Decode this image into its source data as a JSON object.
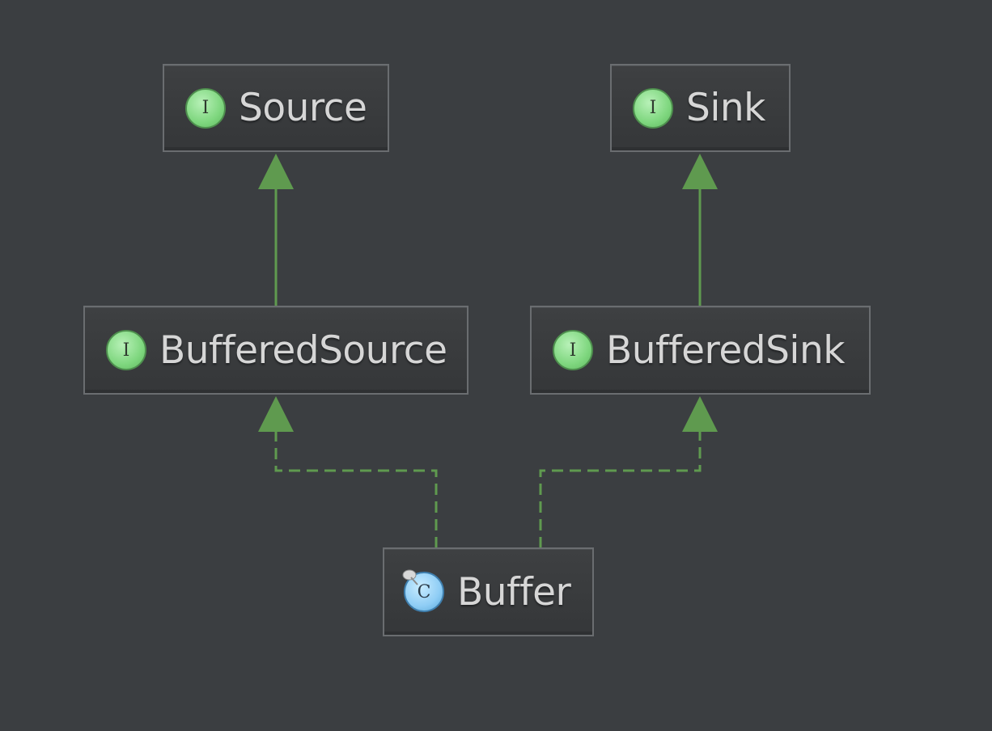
{
  "nodes": {
    "source": {
      "name": "Source",
      "kind": "interface",
      "badge": "I"
    },
    "sink": {
      "name": "Sink",
      "kind": "interface",
      "badge": "I"
    },
    "buffered_source": {
      "name": "BufferedSource",
      "kind": "interface",
      "badge": "I"
    },
    "buffered_sink": {
      "name": "BufferedSink",
      "kind": "interface",
      "badge": "I"
    },
    "buffer": {
      "name": "Buffer",
      "kind": "class",
      "badge": "C"
    }
  },
  "edges": [
    {
      "from": "buffered_source",
      "to": "source",
      "style": "extends"
    },
    {
      "from": "buffered_sink",
      "to": "sink",
      "style": "extends"
    },
    {
      "from": "buffer",
      "to": "buffered_source",
      "style": "implements"
    },
    {
      "from": "buffer",
      "to": "buffered_sink",
      "style": "implements"
    }
  ],
  "colors": {
    "background": "#3b3e41",
    "edge": "#5f9a4f",
    "interface_badge": "#7fd77f",
    "class_badge": "#8fcdf5",
    "label": "#d6d6d6"
  }
}
